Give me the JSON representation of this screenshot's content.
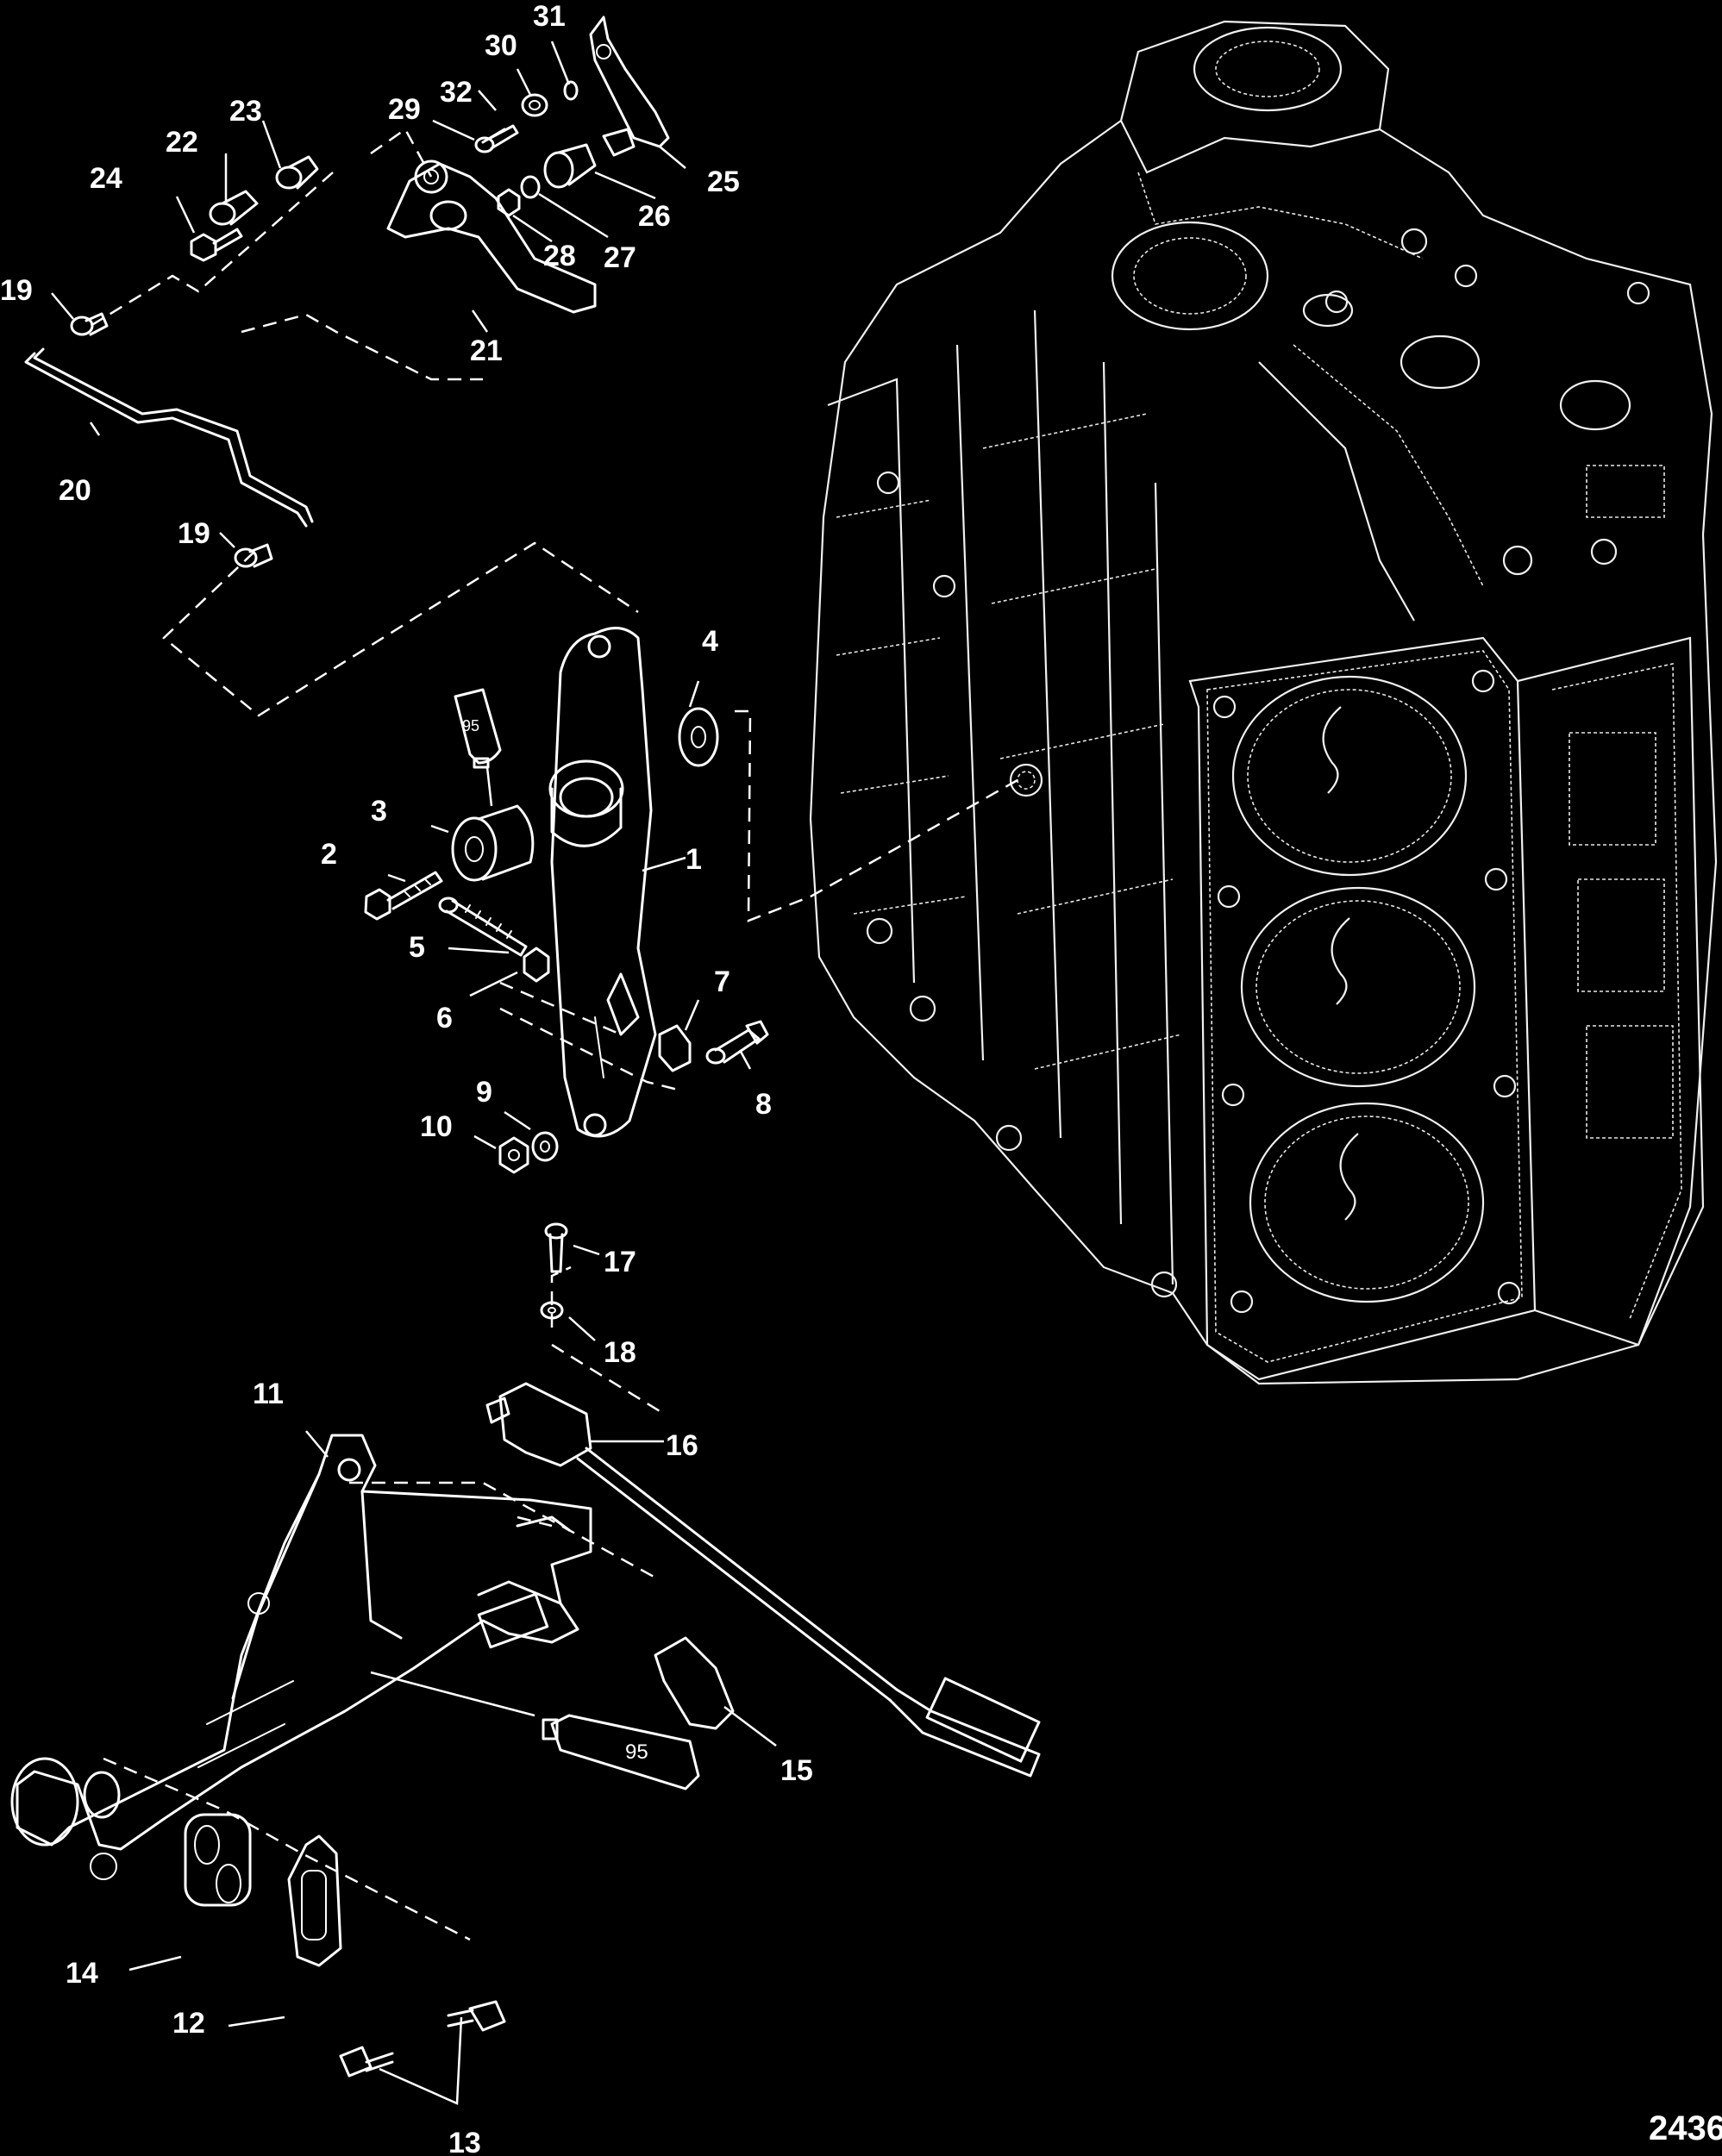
{
  "callouts": [
    {
      "id": "1",
      "label": "1"
    },
    {
      "id": "2",
      "label": "2"
    },
    {
      "id": "3",
      "label": "3"
    },
    {
      "id": "4",
      "label": "4"
    },
    {
      "id": "5",
      "label": "5"
    },
    {
      "id": "6",
      "label": "6"
    },
    {
      "id": "7",
      "label": "7"
    },
    {
      "id": "8",
      "label": "8"
    },
    {
      "id": "9",
      "label": "9"
    },
    {
      "id": "10",
      "label": "10"
    },
    {
      "id": "11",
      "label": "11"
    },
    {
      "id": "12",
      "label": "12"
    },
    {
      "id": "13",
      "label": "13"
    },
    {
      "id": "14",
      "label": "14"
    },
    {
      "id": "15",
      "label": "15"
    },
    {
      "id": "16",
      "label": "16"
    },
    {
      "id": "17",
      "label": "17"
    },
    {
      "id": "18",
      "label": "18"
    },
    {
      "id": "19a",
      "label": "19"
    },
    {
      "id": "19b",
      "label": "19"
    },
    {
      "id": "20",
      "label": "20"
    },
    {
      "id": "21",
      "label": "21"
    },
    {
      "id": "22",
      "label": "22"
    },
    {
      "id": "23",
      "label": "23"
    },
    {
      "id": "24",
      "label": "24"
    },
    {
      "id": "25",
      "label": "25"
    },
    {
      "id": "26",
      "label": "26"
    },
    {
      "id": "27",
      "label": "27"
    },
    {
      "id": "28",
      "label": "28"
    },
    {
      "id": "29",
      "label": "29"
    },
    {
      "id": "30",
      "label": "30"
    },
    {
      "id": "31",
      "label": "31"
    },
    {
      "id": "32",
      "label": "32"
    }
  ],
  "lubricant_tubes": [
    {
      "id": "tube-upper",
      "label": "95"
    },
    {
      "id": "tube-lower",
      "label": "95"
    }
  ],
  "drawing_number": "2436",
  "colors": {
    "background": "#000000",
    "linework": "#ffffff"
  }
}
